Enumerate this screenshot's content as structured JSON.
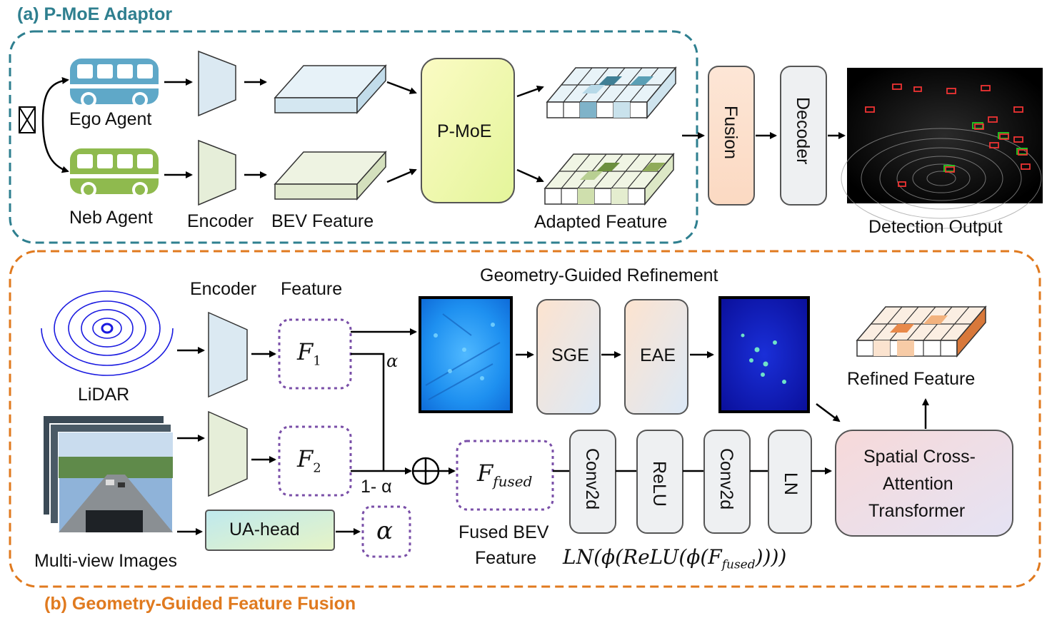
{
  "panel_a": {
    "title": "(a) P-MoE Adaptor",
    "ego_agent": "Ego Agent",
    "neb_agent": "Neb Agent",
    "encoder": "Encoder",
    "bev_feature": "BEV Feature",
    "pmoe": "P-MoE",
    "adapted_feature": "Adapted Feature",
    "fusion": "Fusion",
    "decoder": "Decoder",
    "detection_output": "Detection Output"
  },
  "panel_b": {
    "title": "(b) Geometry-Guided Feature Fusion",
    "lidar": "LiDAR",
    "multiview": "Multi-view Images",
    "encoder": "Encoder",
    "feature": "Feature",
    "f1": "F",
    "f1_sub": "1",
    "f2": "F",
    "f2_sub": "2",
    "alpha": "α",
    "one_minus_alpha": "1- α",
    "ua_head": "UA-head",
    "alpha_box": "α",
    "f_fused": "F",
    "f_fused_sub": "fused",
    "fused_bev_1": "Fused BEV",
    "fused_bev_2": "Feature",
    "ggr": "Geometry-Guided Refinement",
    "sge": "SGE",
    "eae": "EAE",
    "refined_feature": "Refined Feature",
    "conv2d_1": "Conv2d",
    "relu": "ReLU",
    "conv2d_2": "Conv2d",
    "ln": "LN",
    "scat_1": "Spatial Cross-",
    "scat_2": "Attention",
    "scat_3": "Transformer",
    "formula": "LN(ϕ(ReLU(ϕ(F",
    "formula_sub": "fused",
    "formula_end": "))))"
  },
  "colors": {
    "panel_a_border": "#2e7f8f",
    "panel_a_title": "#2e7f8f",
    "panel_b_border": "#e07a1f",
    "panel_b_title": "#e07a1f",
    "ego_bus": "#5fa8c8",
    "neb_bus": "#8fba4e",
    "dotted_box": "#7a4fa8"
  },
  "icons": [
    "bus-icon",
    "bus-icon",
    "crossed-box-icon",
    "trapezoid-encoder-icon",
    "plus-circle-icon"
  ]
}
